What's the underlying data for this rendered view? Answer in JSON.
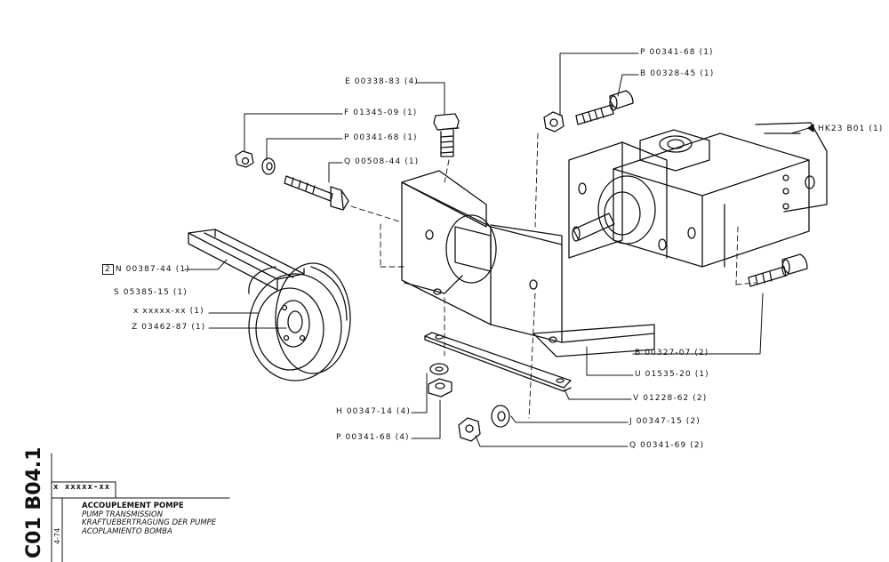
{
  "sheet": {
    "code": "C01 B04.1",
    "date": "4-74",
    "ref": "x xxxxx-xx",
    "titles": [
      "ACCOUPLEMENT POMPE",
      "PUMP TRANSMISSION",
      "KRAFTUEBERTRAGUNG DER PUMPE",
      "ACOPLAMIENTO BOMBA"
    ]
  },
  "callouts": {
    "p1": "P 00341-68 (1)",
    "b1": "B 00328-45 (1)",
    "hk": "HK23  B01 (1)",
    "e": "E 00338-83 (4)",
    "f": "F 01345-09 (1)",
    "p2": "P 00341-68 (1)",
    "q1": "Q 00508-44 (1)",
    "n_num": "2",
    "n": "N 00387-44 (1)",
    "s": "S 05385-15 (1)",
    "x": "x xxxxx-xx (1)",
    "z": "Z 03462-87 (1)",
    "b2": "B 00327-07 (2)",
    "u": "U 01535-20 (1)",
    "v": "V 01228-62 (2)",
    "h": "H 00347-14 (4)",
    "j": "J 00347-15 (2)",
    "p3": "P 00341-68 (4)",
    "q2": "Q 00341-69 (2)"
  }
}
